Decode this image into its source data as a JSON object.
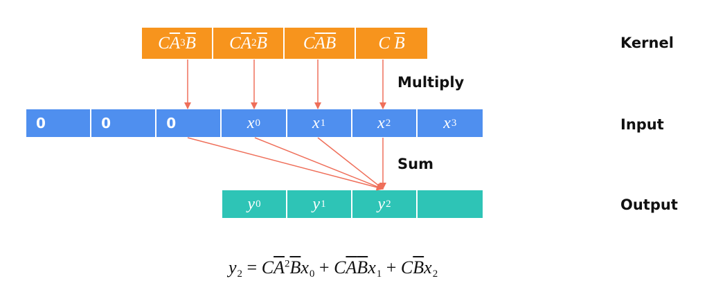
{
  "kernel": {
    "label": "Kernel",
    "cells": [
      {
        "base": "C",
        "a": "A",
        "power": "3",
        "b": "B"
      },
      {
        "base": "C",
        "a": "A",
        "power": "2",
        "b": "B"
      },
      {
        "base": "C",
        "a": "A",
        "power": "",
        "b": "B"
      },
      {
        "base": "C",
        "a": "",
        "power": "",
        "b": "B"
      }
    ]
  },
  "input": {
    "label": "Input",
    "zeros": [
      "0",
      "0",
      "0"
    ],
    "vars": [
      {
        "name": "x",
        "sub": "0"
      },
      {
        "name": "x",
        "sub": "1"
      },
      {
        "name": "x",
        "sub": "2"
      },
      {
        "name": "x",
        "sub": "3"
      }
    ]
  },
  "output": {
    "label": "Output",
    "vars": [
      {
        "name": "y",
        "sub": "0"
      },
      {
        "name": "y",
        "sub": "1"
      },
      {
        "name": "y",
        "sub": "2"
      },
      {
        "name": "",
        "sub": ""
      }
    ]
  },
  "steps": {
    "multiply": "Multiply",
    "sum": "Sum"
  },
  "equation": {
    "lhs_name": "y",
    "lhs_sub": "2",
    "equals": " = ",
    "terms": [
      {
        "c": "C",
        "a": "A",
        "pow": "2",
        "b": "B",
        "x": "x",
        "sub": "0"
      },
      {
        "c": "C",
        "a": "A",
        "pow": "",
        "b": "B",
        "x": "x",
        "sub": "1"
      },
      {
        "c": "C",
        "a": "",
        "pow": "",
        "b": "B",
        "x": "x",
        "sub": "2"
      }
    ],
    "plus": " + "
  },
  "colors": {
    "kernel": "#f7941d",
    "input": "#4f8fef",
    "output": "#2ec4b6",
    "arrow": "#ef6f5a"
  }
}
